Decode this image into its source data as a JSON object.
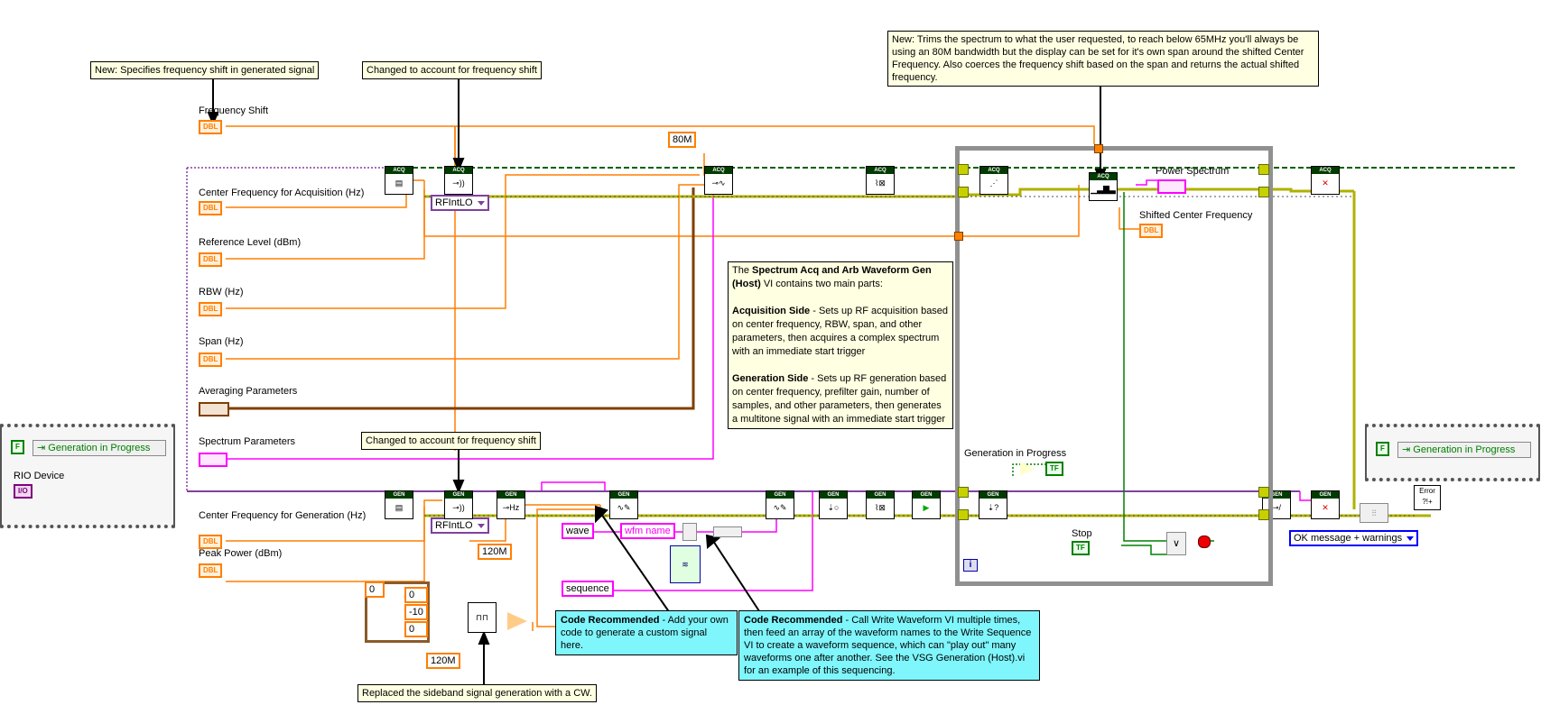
{
  "notes": {
    "freq_shift": "New: Specifies frequency shift in generated signal",
    "changed_acq": "Changed to account for frequency shift",
    "changed_gen": "Changed to account for frequency shift",
    "trim_spectrum": "New: Trims the spectrum to what the user requested, to reach below 65MHz you'll always be using an 80M bandwidth but the display can be set for it's own span around the shifted Center Frequency. Also coerces the frequency shift based on the span and returns the actual shifted frequency.",
    "replaced_cw": "Replaced the sideband signal generation with a CW."
  },
  "description": {
    "intro_pre": "The ",
    "intro_bold": "Spectrum Acq and Arb Waveform Gen (Host)",
    "intro_post": " VI contains two main parts:",
    "acq_title": "Acquisition Side",
    "acq_text": " - Sets up RF acquisition based on center frequency, RBW, span, and other parameters, then acquires a complex spectrum with an immediate start trigger",
    "gen_title": "Generation Side",
    "gen_text": " - Sets up RF generation based on center frequency, prefilter gain, number of samples, and other parameters, then generates a multitone signal with an immediate start trigger"
  },
  "code_recommended": {
    "left_title": "Code Recommended",
    "left_text": " - Add your own code to generate a custom signal here.",
    "right_title": "Code Recommended",
    "right_text": " - Call Write Waveform VI multiple times, then feed an array of the waveform names to the Write Sequence VI to create a waveform sequence, which can \"play out\" many waveforms one after another. See the VSG Generation (Host).vi for an example of this sequencing."
  },
  "labels": {
    "frequency_shift": "Frequency Shift",
    "center_freq_acq": "Center Frequency for Acquisition (Hz)",
    "reference_level": "Reference Level (dBm)",
    "rbw": "RBW (Hz)",
    "span": "Span (Hz)",
    "averaging": "Averaging Parameters",
    "spectrum_params": "Spectrum Parameters",
    "center_freq_gen": "Center Frequency for Generation (Hz)",
    "peak_power": "Peak Power (dBm)",
    "rio_device": "RIO Device",
    "power_spectrum": "Power Spectrum",
    "shifted_center": "Shifted Center Frequency",
    "gen_in_progress": "Generation in Progress",
    "stop": "Stop"
  },
  "terminals": {
    "dbl": "DBL",
    "tf": "TF",
    "io": "I/O",
    "f": "F"
  },
  "constants": {
    "c80m": "80M",
    "c120m_a": "120M",
    "c120m_b": "120M",
    "rf_int_lo_a": "RFIntLO",
    "rf_int_lo_b": "RFIntLO",
    "wave": "wave",
    "wfm_name": "wfm name",
    "sequence": "sequence",
    "arr_0": "0",
    "arr_v1": "0",
    "arr_v2": "-10",
    "arr_v3": "0",
    "error_mode": "OK message + warnings"
  },
  "vi_heads": {
    "acq": "ACQ",
    "gen": "GEN"
  },
  "props": {
    "gen_in_progress_left": "Generation in Progress",
    "gen_in_progress_right": "Generation in Progress"
  },
  "colors": {
    "dbl_wire": "#ff7f00",
    "cluster_wire": "#ff00ff",
    "error_wire": "#c8d000",
    "bool_wire": "#008000",
    "refnum_wire": "#006000",
    "loop_border": "#909090",
    "note_bg": "#ffffe1",
    "tip_bg": "#7ff6fc"
  },
  "icons": [
    "acq-vi-icon",
    "gen-vi-icon",
    "stop-button-icon",
    "loop-iteration-icon",
    "error-handler-icon",
    "or-function-icon"
  ]
}
